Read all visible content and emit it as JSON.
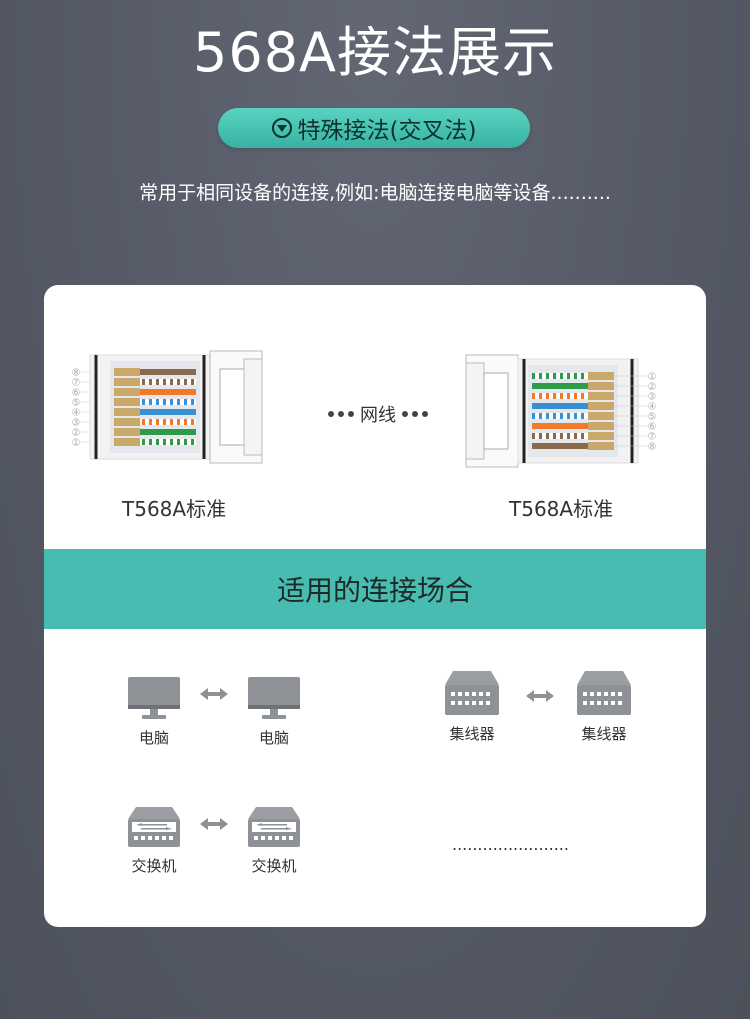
{
  "header": {
    "title": "568A接法展示",
    "pill_label": "特殊接法(交叉法)",
    "subtitle": "常用于相同设备的连接,例如:电脑连接电脑等设备.........."
  },
  "diagram": {
    "left_standard": "T568A标准",
    "right_standard": "T568A标准",
    "cable_label": "网线",
    "pin_numbers": [
      "1",
      "2",
      "3",
      "4",
      "5",
      "6",
      "7",
      "8"
    ]
  },
  "usage": {
    "band_title": "适用的连接场合",
    "pairs": [
      {
        "left": "电脑",
        "right": "电脑",
        "icon": "monitor-icon"
      },
      {
        "left": "集线器",
        "right": "集线器",
        "icon": "hub-icon"
      },
      {
        "left": "交换机",
        "right": "交换机",
        "icon": "switch-icon"
      }
    ],
    "more": "......................."
  },
  "colors": {
    "background": "#555a66",
    "accent_teal": "#49bcb1",
    "pill_teal": "#45c4b2",
    "device_gray": "#8e9297"
  }
}
